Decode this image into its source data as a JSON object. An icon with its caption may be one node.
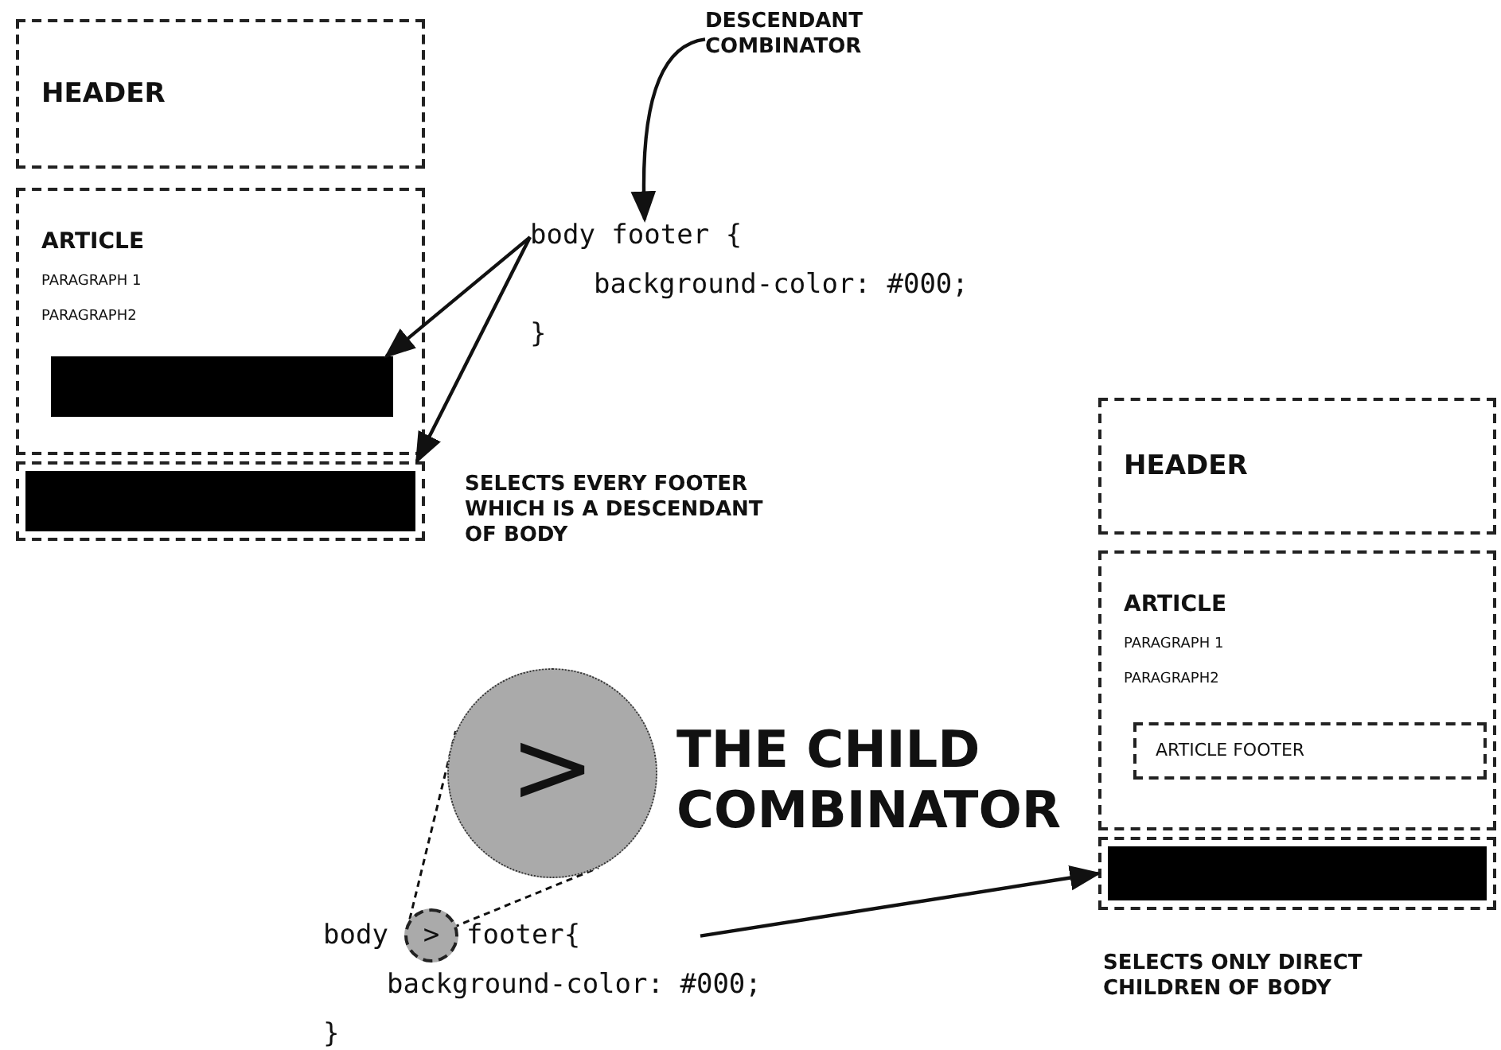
{
  "diagram": {
    "nodes": [
      {
        "text": [
          "HEADER"
        ]
      },
      {
        "text": [
          "ARTICLE",
          "PARAGRAPH 1",
          "PARAGRAPH2"
        ]
      },
      {
        "text": [],
        "shape": "box",
        "in": 1
      },
      {
        "text": [],
        "shape": "box"
      },
      {
        "text": [
          "body footer {",
          "background-color: #000;",
          "}"
        ]
      },
      {
        "text": [
          "DESCENDANT COMBINATOR"
        ]
      },
      {
        "text": [
          "HEADER"
        ]
      },
      {
        "text": [
          "ARTICLE",
          "PARAGRAPH 1",
          "PARAGRAPH2"
        ]
      },
      {
        "text": [
          "ARTICLE FOOTER"
        ],
        "in": 7
      },
      {
        "text": [],
        "shape": "box"
      },
      {
        "text": [
          ">"
        ]
      },
      {
        "text": [
          "body",
          "footer{",
          "background-color: #000;",
          "}"
        ]
      },
      {
        "text": [
          ">"
        ],
        "in": 11
      }
    ],
    "edges": [
      {
        "from": 5,
        "to": 4,
        "arrow": "to"
      },
      {
        "from": 4,
        "to": 2,
        "arrow": "to"
      },
      {
        "from": 4,
        "to": 3,
        "arrow": "to"
      },
      {
        "from": 12,
        "to": 10,
        "arrow": "none",
        "style": "dashed"
      },
      {
        "from": 12,
        "to": 10,
        "arrow": "none",
        "style": "dashed"
      },
      {
        "from": 11,
        "to": 9,
        "arrow": "to"
      }
    ],
    "labels": [
      "SELECTS EVERY FOOTER WHICH IS A DESCENDANT OF BODY",
      "THE CHILD COMBINATOR",
      "SELECTS ONLY DIRECT CHILDREN OF BODY"
    ]
  }
}
